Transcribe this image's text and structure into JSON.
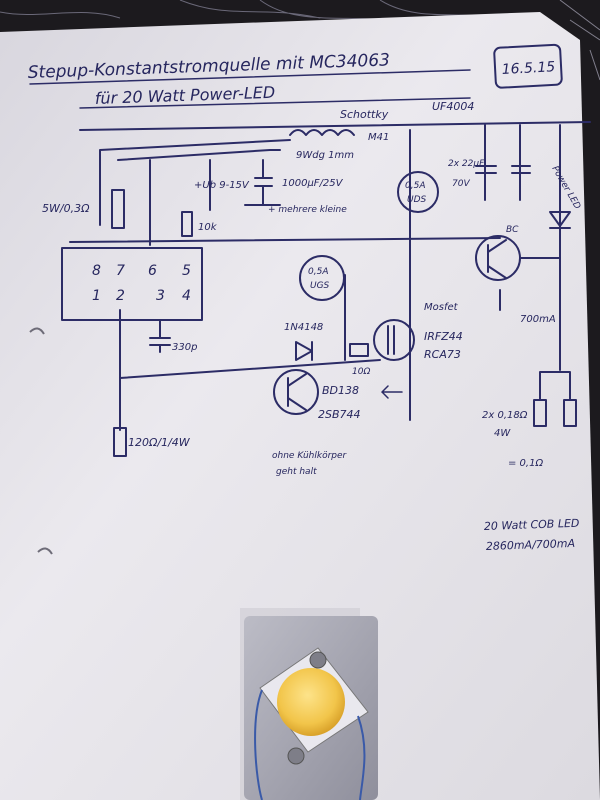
{
  "title": {
    "line1": "Stepup-Konstantstromquelle mit MC34063",
    "line2": "für 20 Watt Power-LED",
    "date": "16.5.15"
  },
  "ic": {
    "pins_top": [
      "8",
      "7",
      "6",
      "5"
    ],
    "pins_bottom": [
      "1",
      "2",
      "3",
      "4"
    ],
    "r_pin7": "5W/0,3Ω"
  },
  "labels": {
    "schottky": "Schottky",
    "uf4004": "UF4004",
    "coil": "9Wdg 1mm",
    "coil2": "M41",
    "ub_cap": "+Ub 9-15V",
    "res_10k": "10k",
    "cap_1000": "1000µF/25V",
    "cap_1000b": "+ mehrere kleine",
    "ground_u1": "0,5A",
    "ground_u2": "UGS",
    "cap_2x": "2x 22µF",
    "cap_2x_v": "70V",
    "ground_u3": "0,5A",
    "ground_u4": "UDS",
    "power_led": "Power LED",
    "bc_tr": "BC",
    "ct": "330p",
    "diode_14148": "1N4148",
    "res_10r": "10Ω",
    "mosfet_label": "Mosfet",
    "mosfet_part": "IRFZ44",
    "mosfet_part2": "RCA73",
    "tr_part": "BD138",
    "tr_part2": "2SB744",
    "tr_note1": "ohne Kühlkörper",
    "tr_note2": "geht halt",
    "res_200": "120Ω/1/4W",
    "res_sense": "2x 0,18Ω",
    "res_sense2": "4W",
    "res_sense3": "= 0,1Ω",
    "current": "700mA",
    "led_rating1": "20 Watt COB LED",
    "led_rating2": "2860mA/700mA"
  },
  "colors": {
    "paper": "#eae8ec",
    "ink": "#2c2c66",
    "led_yellow": "#f2c54a",
    "heatsink": "#a9a9b4"
  }
}
